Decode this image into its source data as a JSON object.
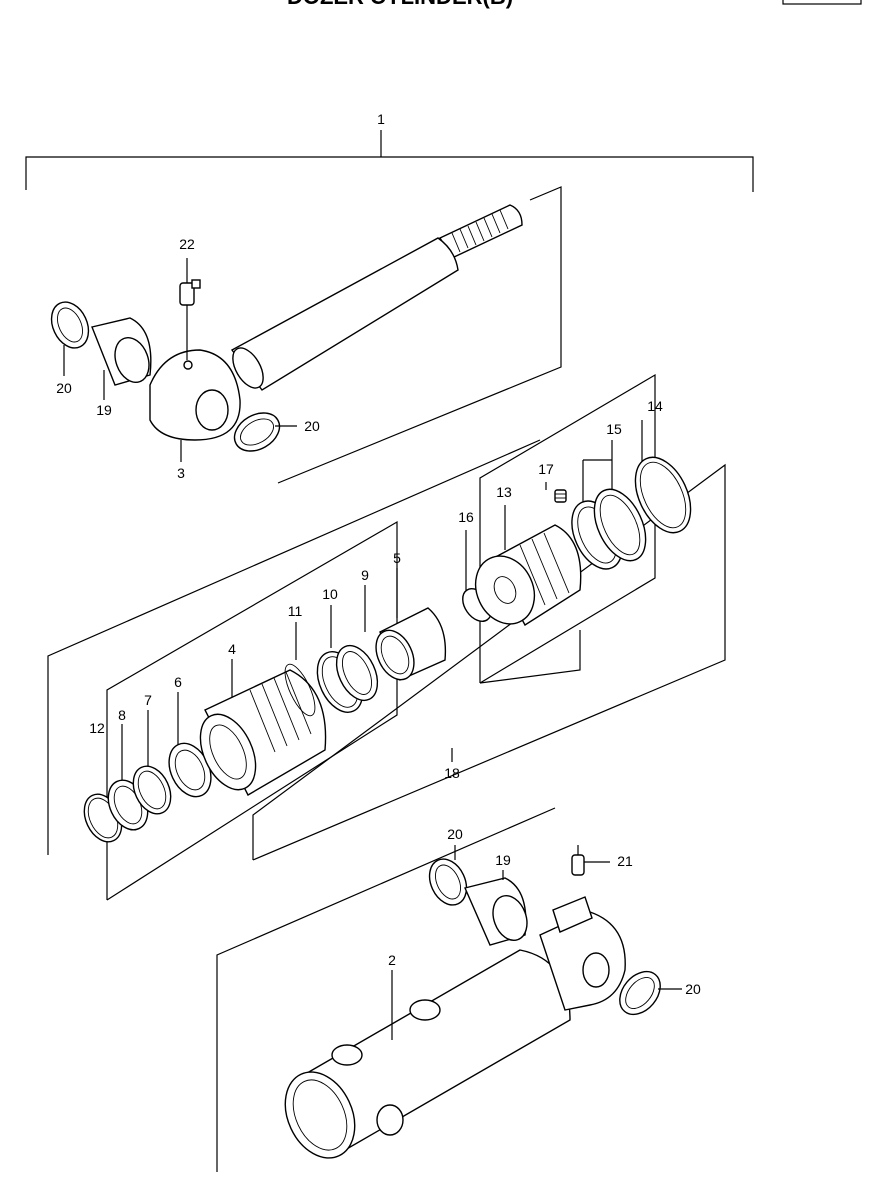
{
  "header": {
    "title": "DOZER CYLINDER(B)"
  },
  "callouts": {
    "c1": "1",
    "c2": "2",
    "c3": "3",
    "c4": "4",
    "c5": "5",
    "c6": "6",
    "c7": "7",
    "c8": "8",
    "c9": "9",
    "c10": "10",
    "c11": "11",
    "c12": "12",
    "c13": "13",
    "c14": "14",
    "c15": "15",
    "c16": "16",
    "c17": "17",
    "c18": "18",
    "c19a": "19",
    "c19b": "19",
    "c20a": "20",
    "c20b": "20",
    "c20c": "20",
    "c20d": "20",
    "c21": "21",
    "c22": "22"
  },
  "colors": {
    "ink": "#000000",
    "background": "#ffffff"
  }
}
